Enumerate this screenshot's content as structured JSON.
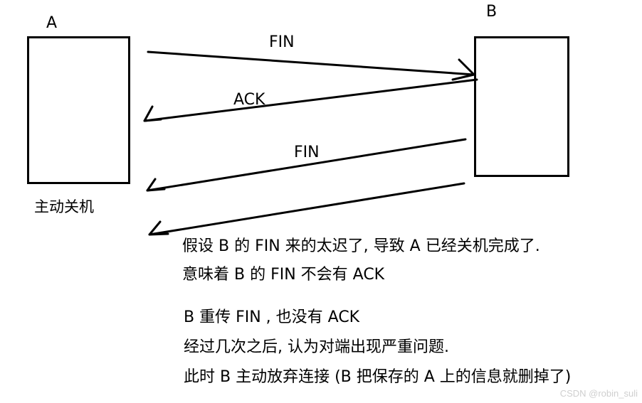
{
  "nodes": {
    "a": {
      "label": "A",
      "caption": "主动关机"
    },
    "b": {
      "label": "B"
    }
  },
  "messages": [
    {
      "label": "FIN",
      "from": "A",
      "to": "B"
    },
    {
      "label": "ACK",
      "from": "B",
      "to": "A"
    },
    {
      "label": "FIN",
      "from": "B",
      "to": "A"
    },
    {
      "label": "",
      "from": "B",
      "to": "A"
    }
  ],
  "notes": [
    "假设 B 的 FIN 来的太迟了, 导致 A 已经关机完成了.",
    "意味着 B 的 FIN 不会有 ACK",
    "B 重传 FIN , 也没有 ACK",
    "经过几次之后, 认为对端出现严重问题.",
    "此时 B 主动放弃连接 (B 把保存的 A 上的信息就删掉了)"
  ],
  "watermark": "CSDN @robin_suli"
}
